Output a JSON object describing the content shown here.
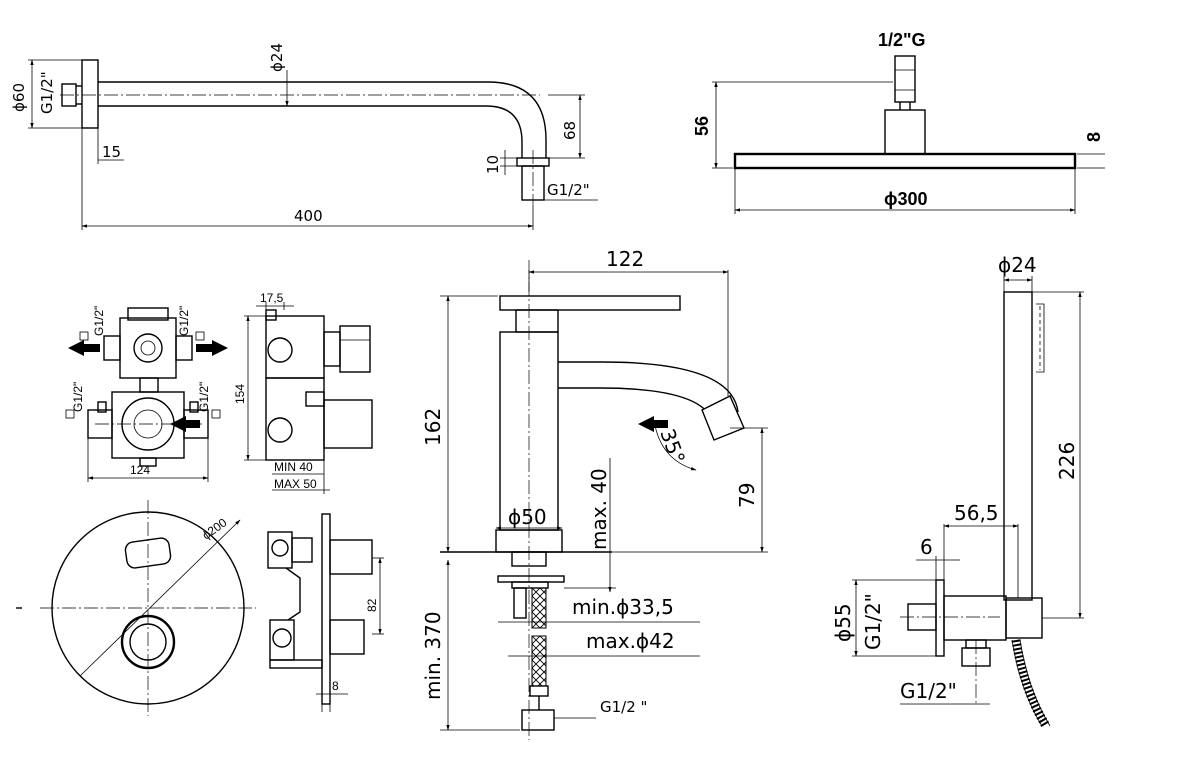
{
  "arm": {
    "d_flange": "ϕ60",
    "thread_wall": "G1/2\"",
    "d_tube": "ϕ24",
    "drop": "68",
    "nipple": "10",
    "thread_outlet": "G1/2\"",
    "flange_depth": "15",
    "length": "400"
  },
  "head": {
    "thread": "1/2\"G",
    "height": "56",
    "thickness": "8",
    "diameter": "ϕ300"
  },
  "valve": {
    "g1": "G1/2\"",
    "g2": "G1/2\"",
    "g3": "G1/2\"",
    "g4": "G1/2\"",
    "width": "124",
    "depth": "17,5",
    "height": "154",
    "min_depth": "MIN 40",
    "max_depth": "MAX 50"
  },
  "plate": {
    "diameter": "ϕ200",
    "projection": "82",
    "thickness": "8"
  },
  "mixer": {
    "reach": "122",
    "height": "162",
    "angle": "35°",
    "spout_height": "79",
    "base_d": "ϕ50",
    "max_deck": "max. 40",
    "min_hose": "min. 370",
    "min_hole": "min.ϕ33,5",
    "max_hole": "max.ϕ42",
    "thread": "G1/2 \""
  },
  "handshower": {
    "d_handle": "ϕ24",
    "length": "226",
    "offset": "56,5",
    "rosette_depth": "6",
    "d_rosette": "ϕ55",
    "thread_wall": "G1/2\"",
    "thread_outlet": "G1/2\""
  }
}
